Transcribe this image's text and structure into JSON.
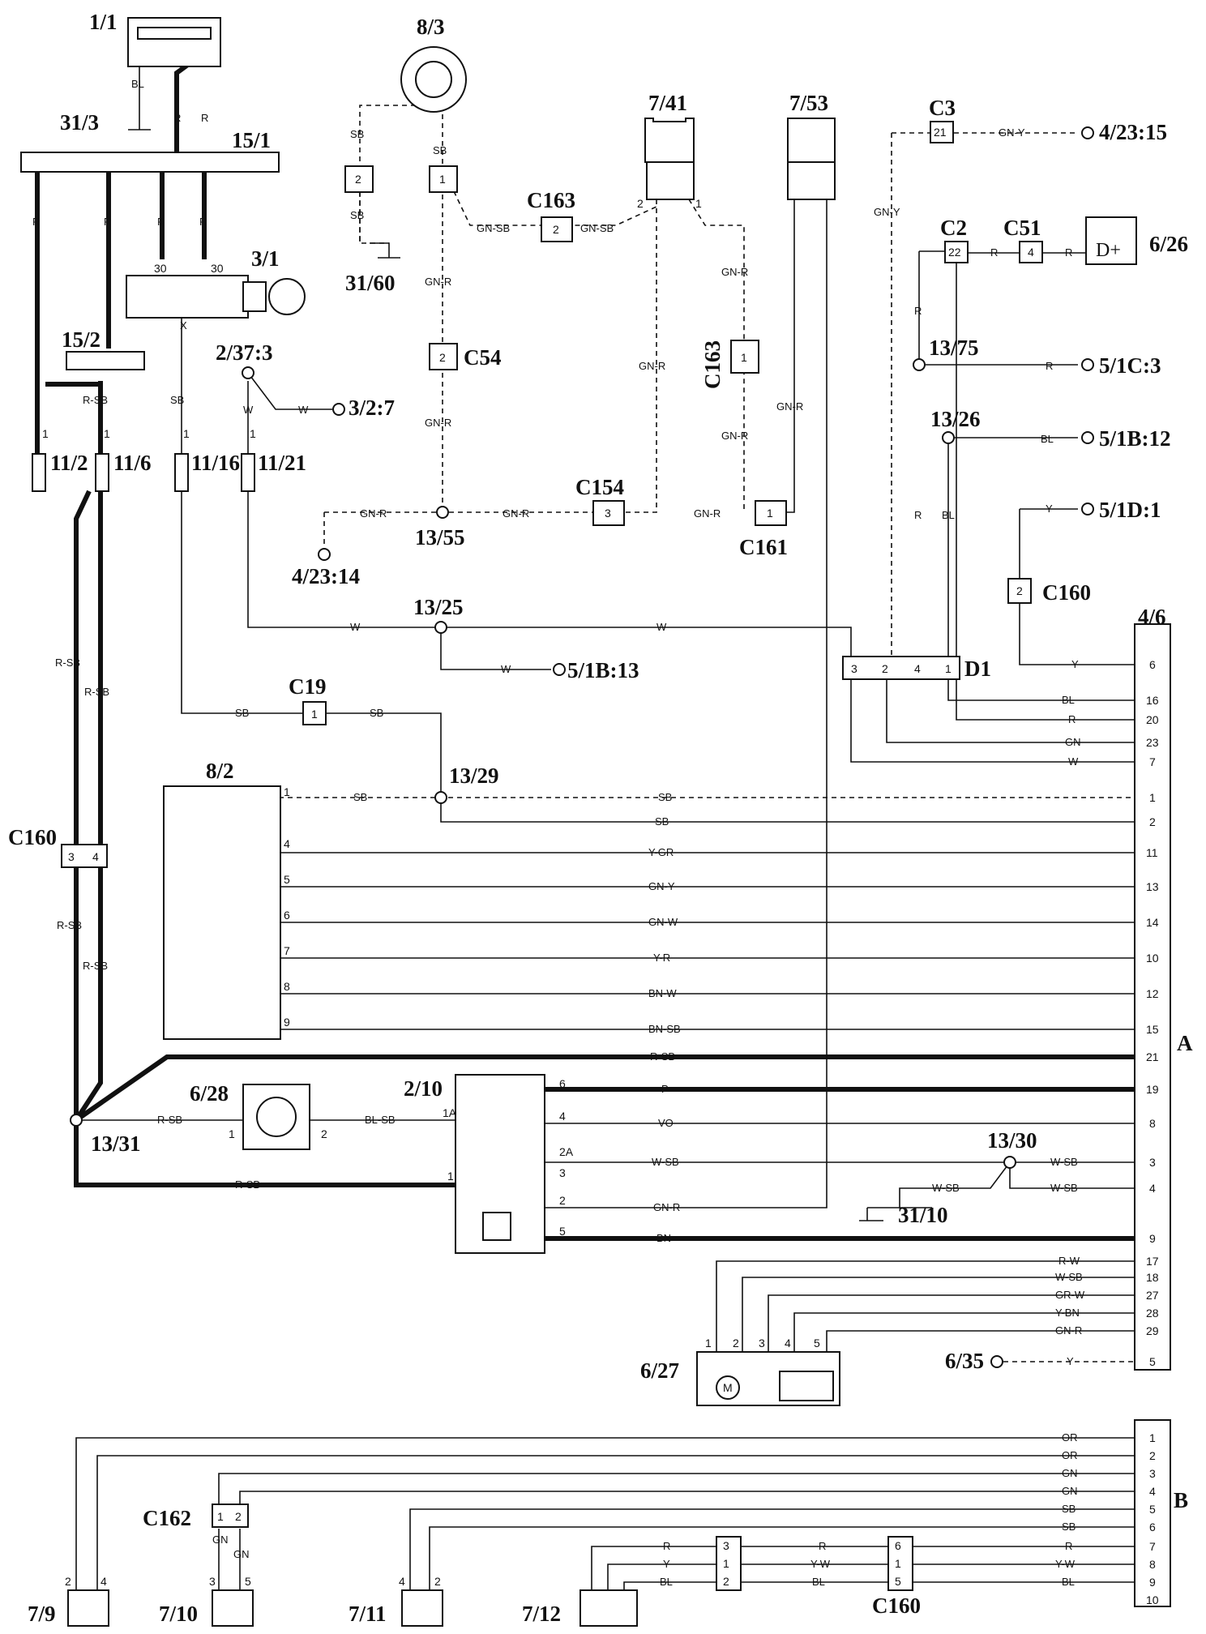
{
  "labels": {
    "battery": "1/1",
    "ground_31_3": "31/3",
    "busbar": "15/1",
    "horn": "8/3",
    "ground_31_60": "31/60",
    "ign_switch": "3/1",
    "conn_15_2": "15/2",
    "splice_2_37_3": "2/37:3",
    "conn_3_2_7": "3/2:7",
    "fuse_11_2": "11/2",
    "fuse_11_6": "11/6",
    "fuse_11_16": "11/16",
    "fuse_11_21": "11/21",
    "c54": "C54",
    "c163_a": "C163",
    "c163_b": "C163",
    "sensor_7_41": "7/41",
    "sensor_7_53": "7/53",
    "c154": "C154",
    "c161": "C161",
    "splice_13_55": "13/55",
    "conn_4_23_14": "4/23:14",
    "c3": "C3",
    "conn_4_23_15": "4/23:15",
    "c2": "C2",
    "c51": "C51",
    "alt_6_26": "6/26",
    "d_plus": "D+",
    "splice_13_75": "13/75",
    "conn_5_1c_3": "5/1C:3",
    "splice_13_26": "13/26",
    "conn_5_1b_12": "5/1B:12",
    "conn_5_1d_1": "5/1D:1",
    "c160_top": "C160",
    "splice_13_25": "13/25",
    "conn_5_1b_13": "5/1B:13",
    "d1": "D1",
    "ecu_4_6": "4/6",
    "c19": "C19",
    "splice_13_29": "13/29",
    "injectors_8_2": "8/2",
    "c160_left": "C160",
    "fan_6_28": "6/28",
    "relay_2_10": "2/10",
    "splice_13_31": "13/31",
    "splice_13_30": "13/30",
    "ground_31_10": "31/10",
    "section_a": "A",
    "idle_6_27": "6/27",
    "conn_6_35": "6/35",
    "motor_m": "M",
    "section_b": "B",
    "c162": "C162",
    "sensor_7_9": "7/9",
    "sensor_7_10": "7/10",
    "sensor_7_11": "7/11",
    "sensor_7_12": "7/12",
    "c160_bottom": "C160"
  },
  "wires": {
    "bl": "BL",
    "r": "R",
    "sb": "SB",
    "w": "W",
    "y": "Y",
    "gn": "GN",
    "p": "P",
    "vo": "VO",
    "bn": "BN",
    "or": "OR",
    "gn_sb": "GN-SB",
    "gn_r": "GN-R",
    "gn_y": "GN-Y",
    "r_sb": "R-SB",
    "y_gr": "Y-GR",
    "gn_w": "GN-W",
    "y_r": "Y-R",
    "bn_w": "BN-W",
    "bn_sb": "BN-SB",
    "bl_sb": "BL-SB",
    "w_sb": "W-SB",
    "r_w": "R-W",
    "gr_w": "GR-W",
    "y_bn": "Y-BN",
    "y_w": "Y-W",
    "x": "X"
  },
  "pins": {
    "p1": "1",
    "p2": "2",
    "p3": "3",
    "p4": "4",
    "p5": "5",
    "p6": "6",
    "p7": "7",
    "p8": "8",
    "p9": "9",
    "p10": "10",
    "p11": "11",
    "p12": "12",
    "p13": "13",
    "p14": "14",
    "p15": "15",
    "p16": "16",
    "p17": "17",
    "p18": "18",
    "p20": "20",
    "p21": "21",
    "p22": "22",
    "p23": "23",
    "p27": "27",
    "p28": "28",
    "p29": "29",
    "p30": "30",
    "p19": "19",
    "p1a": "1A",
    "p2a": "2A"
  }
}
